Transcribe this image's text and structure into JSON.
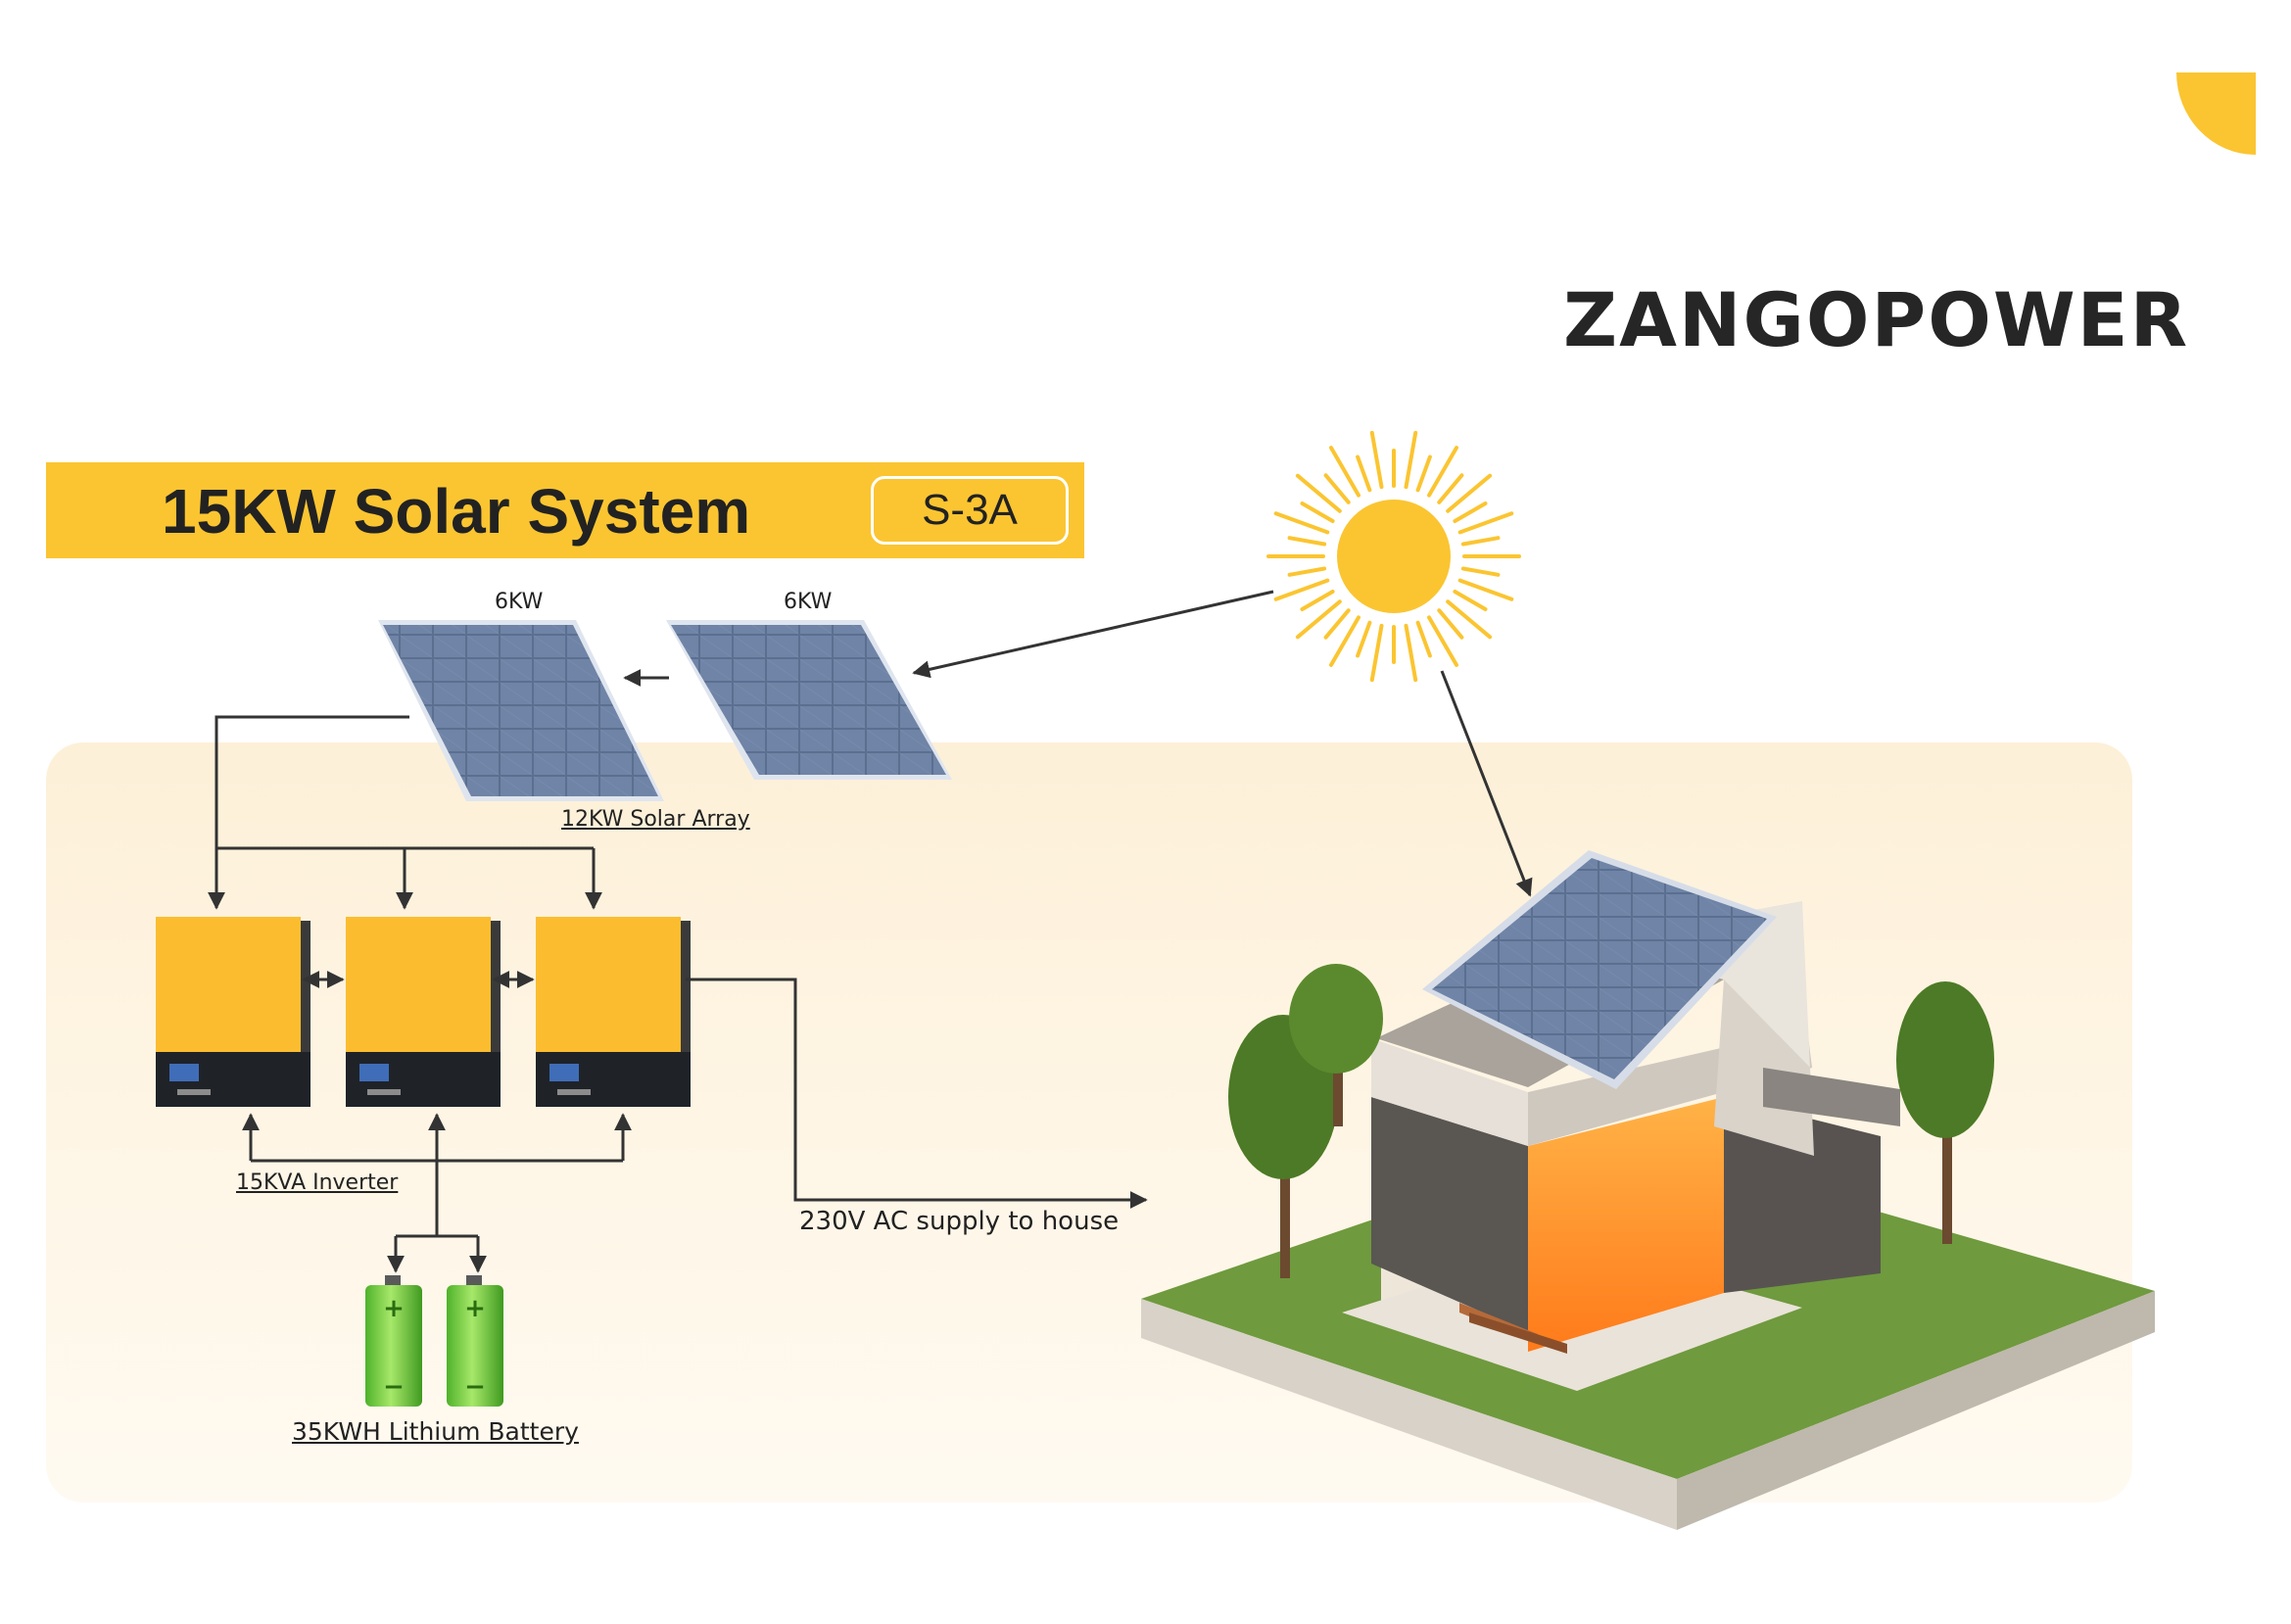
{
  "brand": {
    "name": "ZANGOPOWER",
    "accent_color": "#fbc531"
  },
  "banner": {
    "title": "15KW Solar System",
    "model": "S-3A"
  },
  "labels": {
    "panel_1": "6KW",
    "panel_2": "6KW",
    "solar_array": "12KW Solar Array",
    "inverter": "15KVA Inverter",
    "ac_supply": "230V AC supply to house",
    "battery": "35KWH Lithium Battery"
  },
  "icons": [
    "sun-icon",
    "solar-panel-icon",
    "inverter-icon",
    "battery-icon",
    "house-illustration",
    "corner-accent-icon"
  ]
}
